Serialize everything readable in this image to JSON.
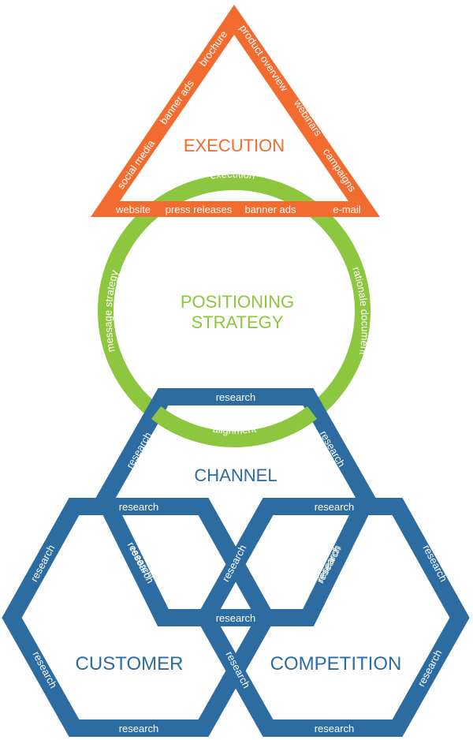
{
  "colors": {
    "orange": "#f26b2f",
    "green": "#8dc63f",
    "blue": "#2c6ca1",
    "white": "#ffffff"
  },
  "execution": {
    "title": "EXECUTION",
    "left_edge": [
      "social media",
      "banner ads",
      "brochure"
    ],
    "right_edge": [
      "product overview",
      "webinars",
      "campaigns"
    ],
    "bottom_edge": [
      "website",
      "press releases",
      "banner ads",
      "e-mail"
    ]
  },
  "positioning": {
    "title_line1": "POSITIONING",
    "title_line2": "STRATEGY",
    "top": "execution",
    "left": "message strategy",
    "right": "rationale document",
    "bottom": "alignment"
  },
  "channel": {
    "title": "CHANNEL",
    "top": "research",
    "upper_left": "research",
    "upper_right": "research",
    "lower_left": "research",
    "lower_right": "research",
    "bottom": "research"
  },
  "customer": {
    "title": "CUSTOMER",
    "top": "research",
    "upper_left": "research",
    "upper_right": "research",
    "lower_left": "research",
    "lower_right": "research",
    "bottom": "research"
  },
  "competition": {
    "title": "COMPETITION",
    "top": "research",
    "upper_left": "research",
    "upper_right": "research",
    "lower_left": "research",
    "lower_right": "research",
    "bottom": "research"
  }
}
